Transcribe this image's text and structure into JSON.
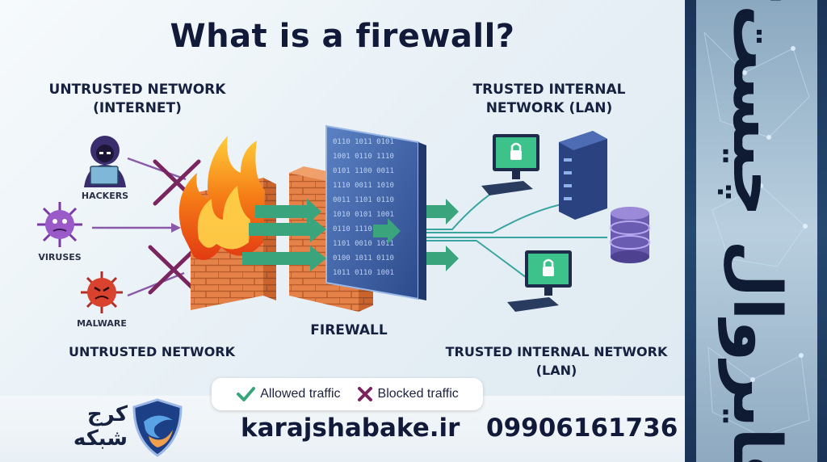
{
  "title": "What is a firewall?",
  "untrusted_top": [
    "UNTRUSTED NETWORK",
    "(INTERNET)"
  ],
  "trusted_top": [
    "TRUSTED INTERNAL",
    "NETWORK (LAN)"
  ],
  "threats": {
    "hackers": "HACKERS",
    "viruses": "VIRUSES",
    "malware": "MALWARE"
  },
  "firewall_label": "FIREWALL",
  "untrusted_bottom": "UNTRUSTED NETWORK",
  "trusted_bottom": [
    "TRUSTED INTERNAL NETWORK",
    "(LAN)"
  ],
  "legend": {
    "allowed": "Allowed traffic",
    "blocked": "Blocked traffic"
  },
  "footer": {
    "brand_line1": "کرج",
    "brand_line2": "شبکه",
    "website": "karajshabake.ir",
    "phone": "09906161736"
  },
  "side_title": "فایروال چیست؟",
  "colors": {
    "title": "#121a3a",
    "allowed": "#3aa57c",
    "blocked": "#7a2460",
    "threat_arrow": "#8a5aa8",
    "side_bg": "#1b3356",
    "brick": "#e07a45"
  },
  "icons": [
    "hacker-icon",
    "virus-icon",
    "malware-icon",
    "fire-icon",
    "brick-wall-icon",
    "binary-panel-icon",
    "computer-lock-icon",
    "server-icon",
    "database-icon",
    "check-icon",
    "x-icon",
    "shield-logo-icon"
  ]
}
